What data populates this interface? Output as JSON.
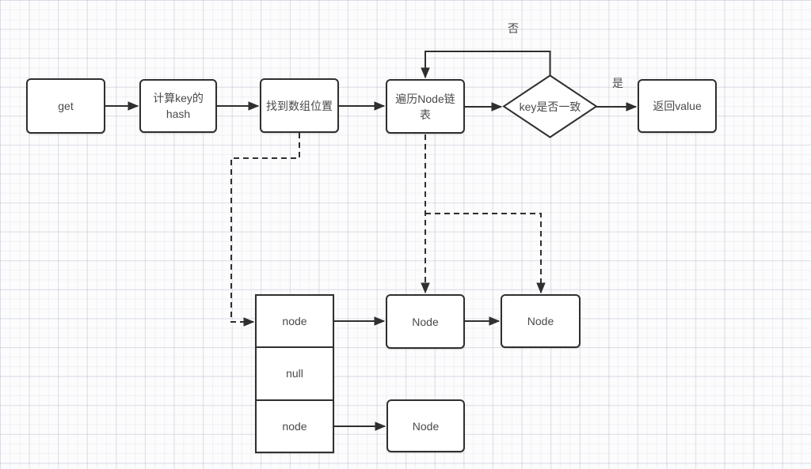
{
  "colors": {
    "stroke": "#2f2f2f",
    "text": "#4a4a4a",
    "node_fill": "#ffffff",
    "grid_line": "#e4e6ee"
  },
  "flow": {
    "get": "get",
    "compute_hash": "计算key的hash",
    "find_bucket": "找到数组位置",
    "traverse_list": "遍历Node链表",
    "decision": "key是否一致",
    "return_value": "返回value",
    "label_no": "否",
    "label_yes": "是"
  },
  "bucket_array": {
    "cells": [
      "node",
      "null",
      "node"
    ]
  },
  "linked_list": {
    "top_row": [
      "Node",
      "Node"
    ],
    "bottom_row": [
      "Node"
    ]
  }
}
